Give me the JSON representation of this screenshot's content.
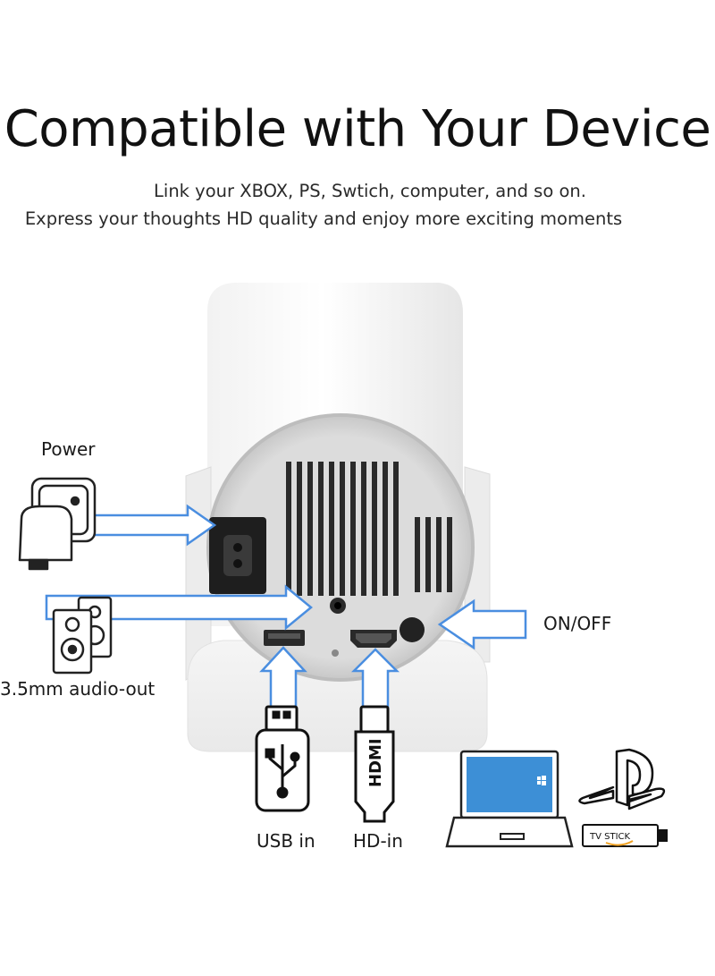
{
  "headline": "Compatible with Your Device",
  "subline_1": "Link your XBOX, PS, Swtich, computer,  and so on.",
  "subline_2": "Express your thoughts HD quality and enjoy more exciting moments",
  "labels": {
    "power": "Power",
    "audio": "3.5mm audio-out",
    "onoff": "ON/OFF",
    "usb": "USB in",
    "hd": "HD-in"
  },
  "usb_stick_text": "",
  "hdmi_text": "HDMI",
  "tv_stick_text": "TV STICK",
  "colors": {
    "arrow_blue": "#4a8ee0",
    "screen_blue": "#3d8fd6",
    "panel_gray": "#d9d9d9"
  },
  "icons": [
    "power-plug-icon",
    "speaker-icon",
    "usb-drive-icon",
    "hdmi-cable-icon",
    "laptop-icon",
    "playstation-logo-icon",
    "tv-stick-icon"
  ]
}
